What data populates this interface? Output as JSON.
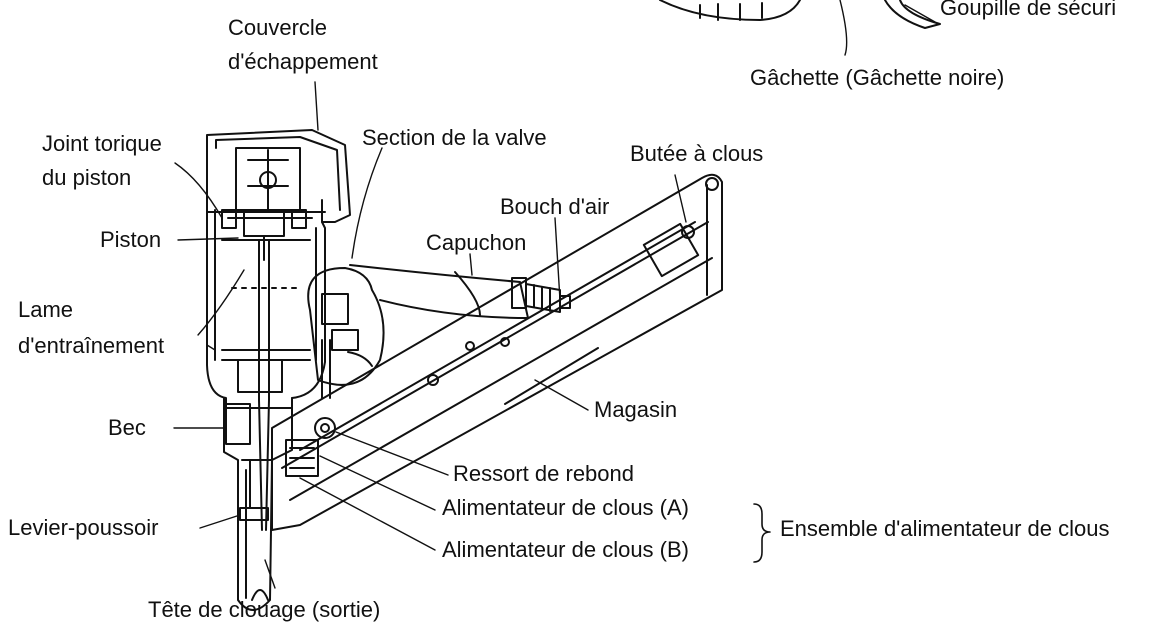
{
  "labels": {
    "couvercle_line1": "Couvercle",
    "couvercle_line2": "d'échappement",
    "goupille": "Goupille de sécuri",
    "gachette": "Gâchette (Gâchette noire)",
    "joint_line1": "Joint torique",
    "joint_line2": "du piston",
    "section_valve": "Section de la valve",
    "butee": "Butée à clous",
    "bouch_air": "Bouch d'air",
    "capuchon": "Capuchon",
    "piston": "Piston",
    "lame_line1": "Lame",
    "lame_line2": "d'entraînement",
    "magasin": "Magasin",
    "bec": "Bec",
    "ressort": "Ressort de rebond",
    "alim_a": "Alimentateur de clous (A)",
    "alim_b": "Alimentateur de clous (B)",
    "ensemble": "Ensemble d'alimentateur de clous",
    "levier": "Levier-poussoir",
    "tete": "Tête de clouage (sortie)"
  },
  "colors": {
    "ink": "#111111",
    "background": "#ffffff"
  }
}
